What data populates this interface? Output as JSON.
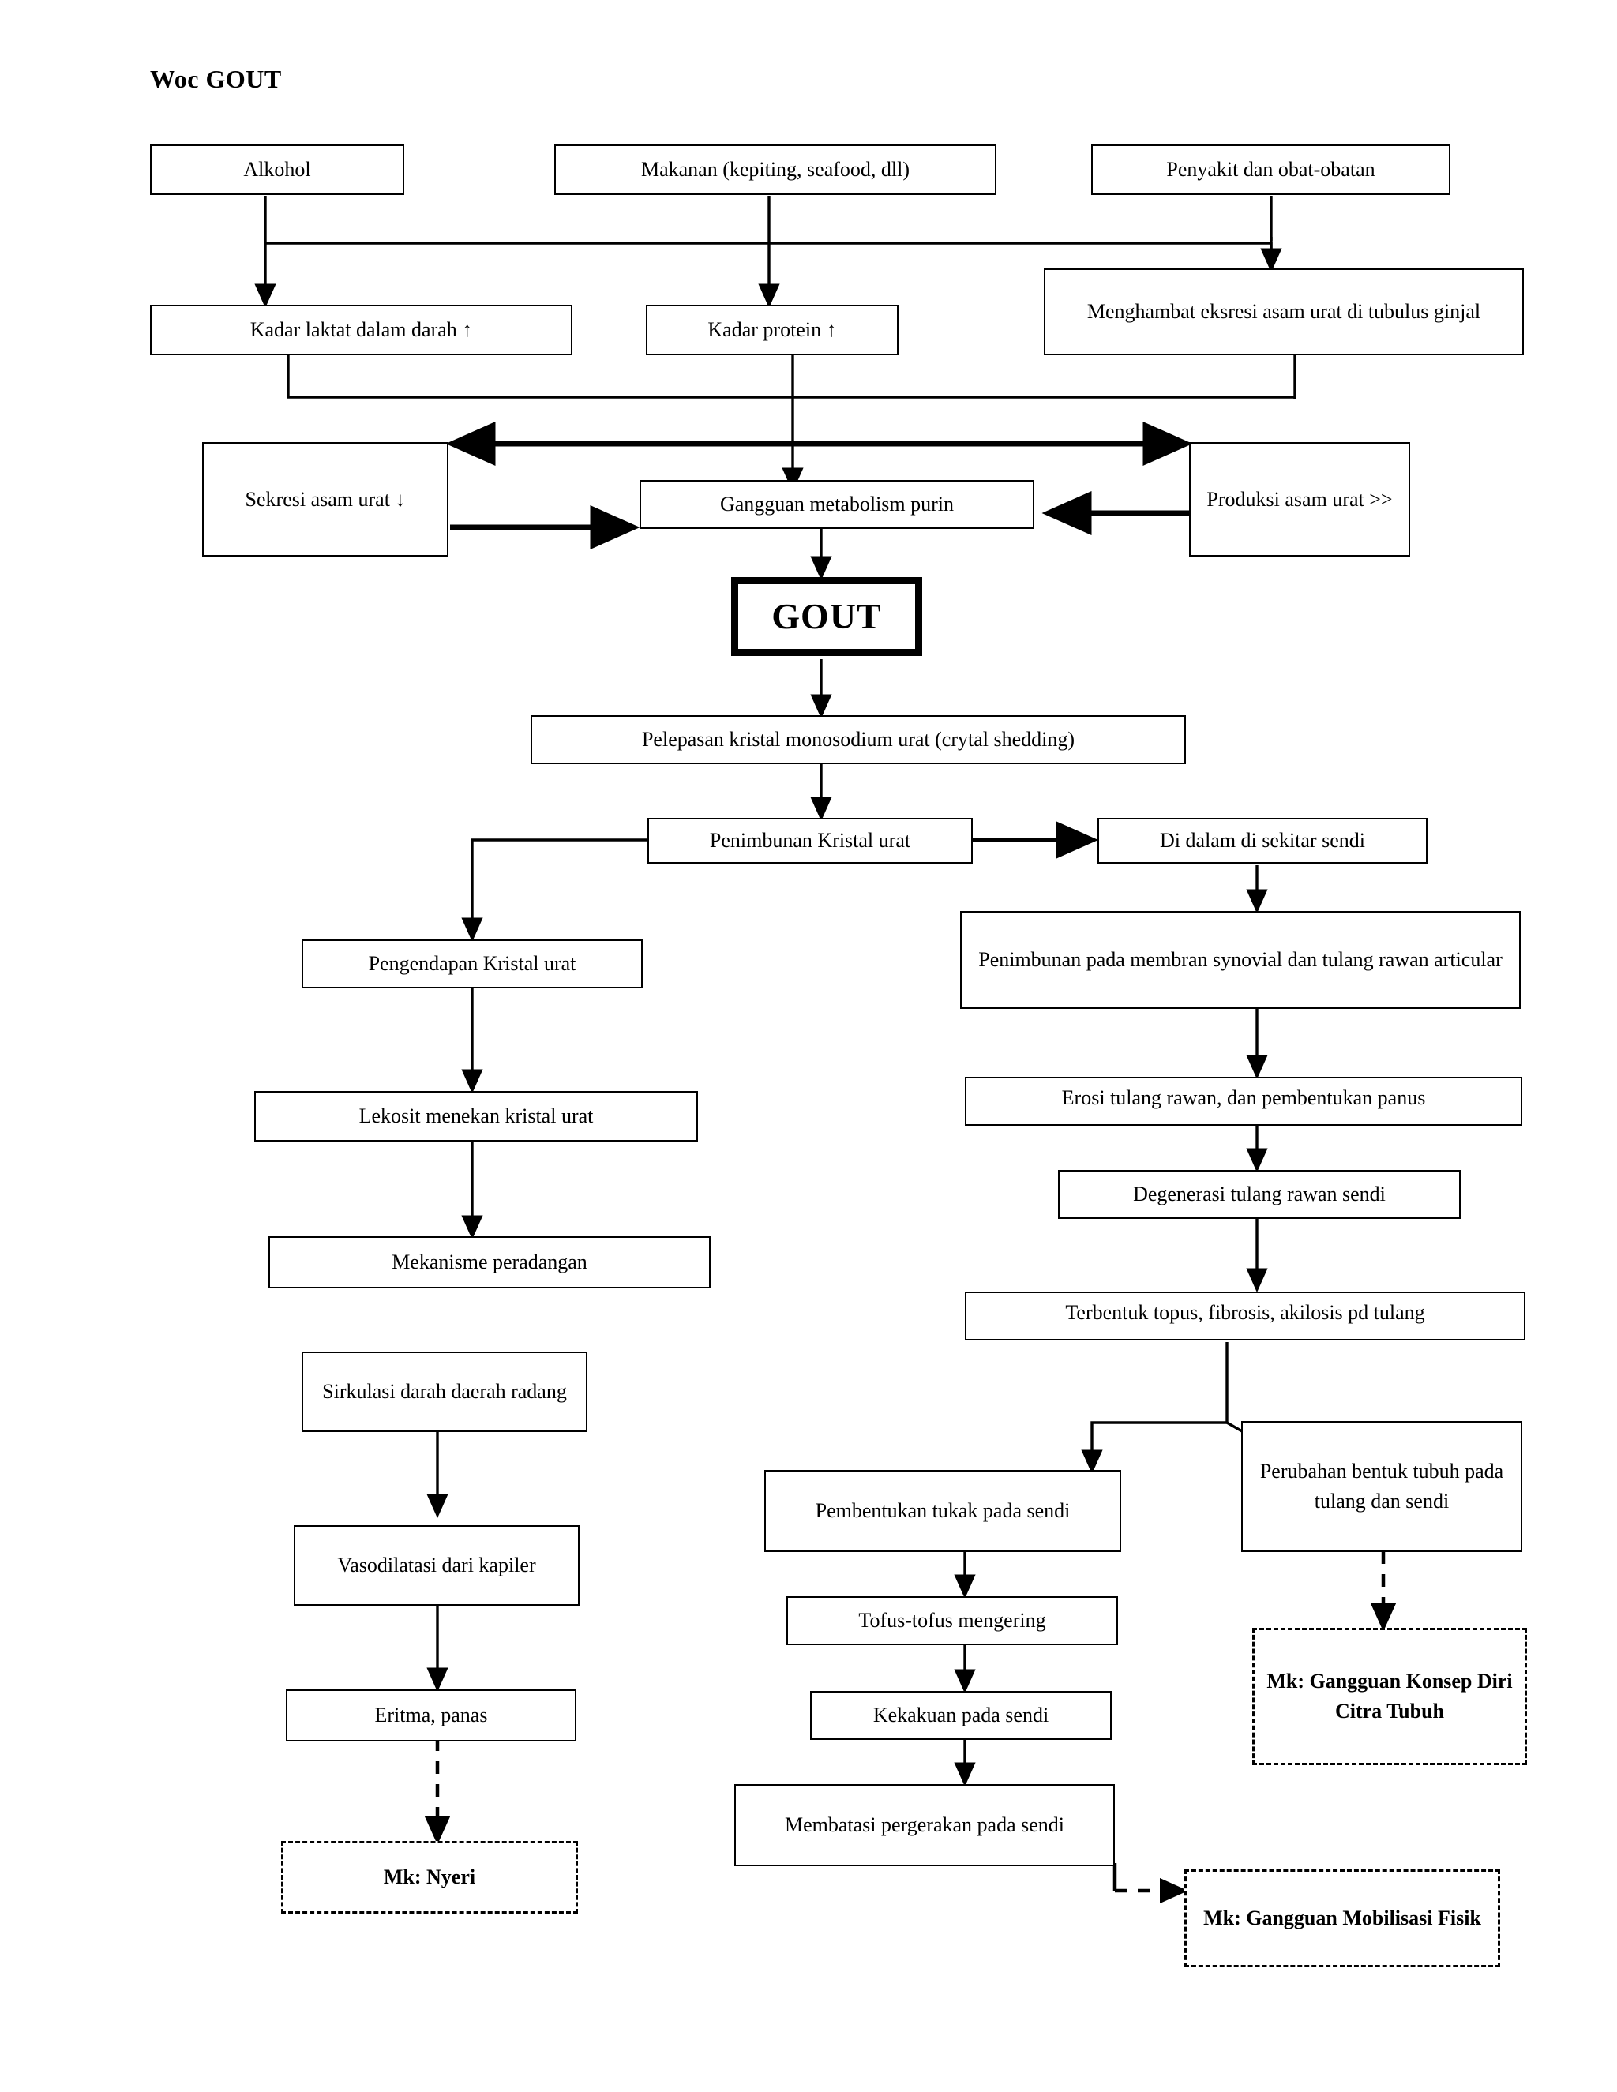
{
  "title": "Woc  GOUT",
  "colors": {
    "stroke": "#000000",
    "background": "#ffffff",
    "text": "#000000"
  },
  "diagram": {
    "type": "flowchart",
    "subject": "Pathophysiology of Gout (WOC / concept map)",
    "language": "Indonesian",
    "nodes": [
      {
        "id": "alkohol",
        "label": "Alkohol",
        "style": "solid"
      },
      {
        "id": "makanan",
        "label": "Makanan  (kepiting, seafood, dll)",
        "style": "solid"
      },
      {
        "id": "penyakit",
        "label": "Penyakit dan obat-obatan",
        "style": "solid"
      },
      {
        "id": "laktat",
        "label": "Kadar laktat dalam darah ↑",
        "style": "solid"
      },
      {
        "id": "protein",
        "label": "Kadar  protein ↑",
        "style": "solid"
      },
      {
        "id": "menghambat",
        "label": "Menghambat eksresi asam urat di tubulus ginjal",
        "style": "solid"
      },
      {
        "id": "sekresi",
        "label": "Sekresi asam urat ↓",
        "style": "solid"
      },
      {
        "id": "gangguan",
        "label": "Gangguan  metabolism purin",
        "style": "solid"
      },
      {
        "id": "produksi",
        "label": "Produksi  asam urat  >>",
        "style": "solid"
      },
      {
        "id": "gout",
        "label": "GOUT",
        "style": "solid-thick"
      },
      {
        "id": "pelepasan",
        "label": "Pelepasan kristal monosodium urat (crytal shedding)",
        "style": "solid"
      },
      {
        "id": "penimbunan_kristal",
        "label": "Penimbunan Kristal urat",
        "style": "solid"
      },
      {
        "id": "didalam",
        "label": "Di dalam di sekitar sendi",
        "style": "solid"
      },
      {
        "id": "pengendapan",
        "label": "Pengendapan  Kristal urat",
        "style": "solid"
      },
      {
        "id": "membran",
        "label": "Penimbunan pada membran synovial dan tulang rawan articular",
        "style": "solid"
      },
      {
        "id": "lekosit",
        "label": "Lekosit menekan kristal urat",
        "style": "solid"
      },
      {
        "id": "erosi",
        "label": "Erosi tulang rawan, dan pembentukan panus",
        "style": "solid"
      },
      {
        "id": "degenerasi",
        "label": "Degenerasi tulang rawan sendi",
        "style": "solid"
      },
      {
        "id": "mekanisme",
        "label": "Mekanisme peradangan",
        "style": "solid"
      },
      {
        "id": "topus",
        "label": "Terbentuk topus, fibrosis, akilosis pd tulang",
        "style": "solid"
      },
      {
        "id": "sirkulasi",
        "label": "Sirkulasi darah daerah radang",
        "style": "solid"
      },
      {
        "id": "perubahan",
        "label": "Perubahan bentuk tubuh pada tulang dan sendi",
        "style": "solid"
      },
      {
        "id": "tukak",
        "label": "Pembentukan tukak  pada sendi",
        "style": "solid"
      },
      {
        "id": "vasodilatasi",
        "label": "Vasodilatasi dari kapiler",
        "style": "solid"
      },
      {
        "id": "tofus",
        "label": "Tofus-tofus mengering",
        "style": "solid"
      },
      {
        "id": "mk_citra",
        "label": "Mk: Gangguan Konsep Diri Citra Tubuh",
        "style": "dashed"
      },
      {
        "id": "eritma",
        "label": "Eritma, panas",
        "style": "solid"
      },
      {
        "id": "kekakuan",
        "label": "Kekakuan pada sendi",
        "style": "solid"
      },
      {
        "id": "membatasi",
        "label": "Membatasi pergerakan pada sendi",
        "style": "solid"
      },
      {
        "id": "mk_nyeri",
        "label": "Mk: Nyeri",
        "style": "dashed"
      },
      {
        "id": "mk_mobilisasi",
        "label": "Mk: Gangguan Mobilisasi Fisik",
        "style": "dashed"
      }
    ],
    "edges": [
      {
        "from": "alkohol",
        "to": "laktat",
        "style": "solid"
      },
      {
        "from": "makanan",
        "to": "protein",
        "style": "solid"
      },
      {
        "from": "penyakit",
        "to": "menghambat",
        "style": "solid"
      },
      {
        "from": "alkohol",
        "to": "menghambat",
        "style": "solid"
      },
      {
        "from": "laktat",
        "to": "gangguan",
        "style": "solid"
      },
      {
        "from": "protein",
        "to": "gangguan",
        "style": "solid"
      },
      {
        "from": "menghambat",
        "to": "gangguan",
        "style": "solid"
      },
      {
        "from": "gangguan",
        "to": "sekresi",
        "style": "solid"
      },
      {
        "from": "gangguan",
        "to": "produksi",
        "style": "solid"
      },
      {
        "from": "sekresi",
        "to": "gangguan",
        "style": "solid"
      },
      {
        "from": "produksi",
        "to": "gangguan",
        "style": "solid"
      },
      {
        "from": "gangguan",
        "to": "gout",
        "style": "solid"
      },
      {
        "from": "gout",
        "to": "pelepasan",
        "style": "solid"
      },
      {
        "from": "pelepasan",
        "to": "penimbunan_kristal",
        "style": "solid"
      },
      {
        "from": "penimbunan_kristal",
        "to": "didalam",
        "style": "solid"
      },
      {
        "from": "penimbunan_kristal",
        "to": "pengendapan",
        "style": "solid"
      },
      {
        "from": "didalam",
        "to": "membran",
        "style": "solid"
      },
      {
        "from": "pengendapan",
        "to": "lekosit",
        "style": "solid"
      },
      {
        "from": "membran",
        "to": "erosi",
        "style": "solid"
      },
      {
        "from": "lekosit",
        "to": "mekanisme",
        "style": "solid"
      },
      {
        "from": "erosi",
        "to": "degenerasi",
        "style": "solid"
      },
      {
        "from": "degenerasi",
        "to": "topus",
        "style": "solid"
      },
      {
        "from": "topus",
        "to": "tukak",
        "style": "solid"
      },
      {
        "from": "topus",
        "to": "perubahan",
        "style": "solid"
      },
      {
        "from": "sirkulasi",
        "to": "vasodilatasi",
        "style": "solid"
      },
      {
        "from": "vasodilatasi",
        "to": "eritma",
        "style": "solid"
      },
      {
        "from": "eritma",
        "to": "mk_nyeri",
        "style": "dashed"
      },
      {
        "from": "tukak",
        "to": "tofus",
        "style": "solid"
      },
      {
        "from": "tofus",
        "to": "kekakuan",
        "style": "solid"
      },
      {
        "from": "kekakuan",
        "to": "membatasi",
        "style": "solid"
      },
      {
        "from": "membatasi",
        "to": "mk_mobilisasi",
        "style": "dashed"
      },
      {
        "from": "perubahan",
        "to": "mk_citra",
        "style": "dashed"
      }
    ]
  }
}
